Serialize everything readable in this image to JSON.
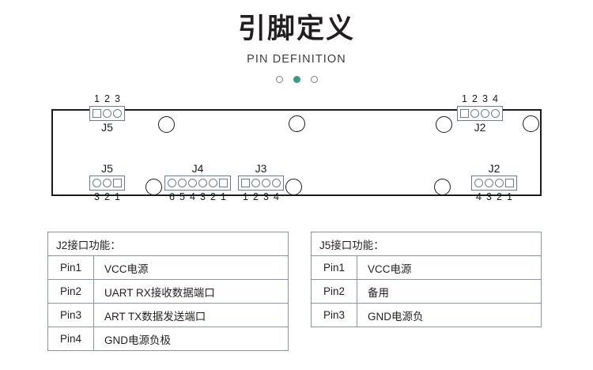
{
  "header": {
    "title_cn": "引脚定义",
    "title_en": "PIN DEFINITION",
    "dots": [
      {
        "name": "pagination-dot-1",
        "state": "inactive"
      },
      {
        "name": "pagination-dot-2",
        "state": "active"
      },
      {
        "name": "pagination-dot-3",
        "state": "inactive"
      }
    ],
    "accent_color": "#3b9b80"
  },
  "pcb": {
    "outline_color": "#1b1b1b",
    "pad_color": "#6f7b8c",
    "connectors": {
      "top_left_j5": {
        "label": "J5",
        "pin_numbers": [
          "1",
          "2",
          "3"
        ],
        "pad_shapes": [
          "square",
          "round",
          "round"
        ],
        "numbers_position": "above",
        "label_position": "below"
      },
      "top_right_j2": {
        "label": "J2",
        "pin_numbers": [
          "1",
          "2",
          "3",
          "4"
        ],
        "pad_shapes": [
          "square",
          "round",
          "round",
          "round"
        ],
        "numbers_position": "above",
        "label_position": "below"
      },
      "bottom_left_j5": {
        "label": "J5",
        "pin_numbers": [
          "3",
          "2",
          "1"
        ],
        "pad_shapes": [
          "round",
          "round",
          "square"
        ],
        "numbers_position": "below",
        "label_position": "above"
      },
      "bottom_j4": {
        "label": "J4",
        "pin_numbers": [
          "6",
          "5",
          "4",
          "3",
          "2",
          "1"
        ],
        "pad_shapes": [
          "round",
          "round",
          "round",
          "round",
          "round",
          "square"
        ],
        "numbers_position": "below",
        "label_position": "above"
      },
      "bottom_j3": {
        "label": "J3",
        "pin_numbers": [
          "1",
          "2",
          "3",
          "4"
        ],
        "pad_shapes": [
          "square",
          "round",
          "round",
          "round"
        ],
        "numbers_position": "below",
        "label_position": "above"
      },
      "bottom_right_j2": {
        "label": "J2",
        "pin_numbers": [
          "4",
          "3",
          "2",
          "1"
        ],
        "pad_shapes": [
          "round",
          "round",
          "round",
          "square"
        ],
        "numbers_position": "below",
        "label_position": "above"
      }
    }
  },
  "tables": {
    "j2": {
      "title": "J2接口功能：",
      "rows": [
        {
          "pin": "Pin1",
          "desc": "VCC电源"
        },
        {
          "pin": "Pin2",
          "desc": "UART  RX接收数据端口"
        },
        {
          "pin": "Pin3",
          "desc": "ART  TX数据发送端口"
        },
        {
          "pin": "Pin4",
          "desc": "GND电源负极"
        }
      ]
    },
    "j5": {
      "title": "J5接口功能：",
      "rows": [
        {
          "pin": "Pin1",
          "desc": "VCC电源"
        },
        {
          "pin": "Pin2",
          "desc": "备用"
        },
        {
          "pin": "Pin3",
          "desc": "GND电源负"
        }
      ]
    }
  }
}
